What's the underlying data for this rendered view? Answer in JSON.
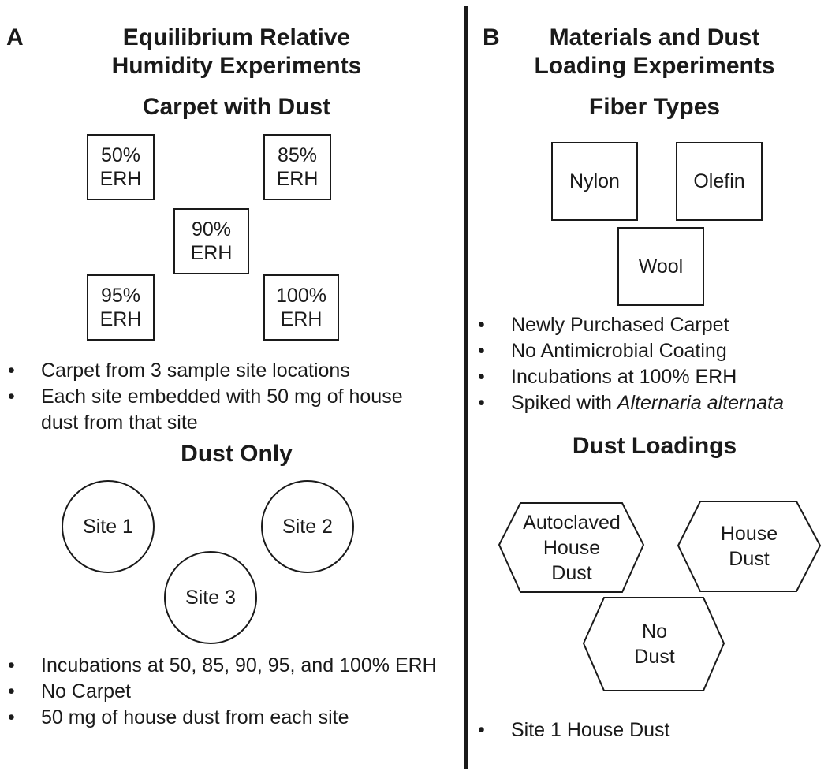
{
  "panel_a": {
    "letter": "A",
    "title_line1": "Equilibrium Relative",
    "title_line2": "Humidity Experiments",
    "carpet_heading": "Carpet with Dust",
    "erh_boxes": [
      "50%\nERH",
      "85%\nERH",
      "90%\nERH",
      "95%\nERH",
      "100%\nERH"
    ],
    "carpet_bullets": [
      "Carpet from 3 sample site locations",
      "Each site embedded with 50 mg of house dust from that site"
    ],
    "dust_heading": "Dust Only",
    "sites": [
      "Site 1",
      "Site 2",
      "Site 3"
    ],
    "dust_bullets": [
      "Incubations at 50, 85, 90, 95, and 100% ERH",
      "No Carpet",
      "50 mg of house dust from each site"
    ]
  },
  "panel_b": {
    "letter": "B",
    "title_line1": "Materials and Dust",
    "title_line2": "Loading Experiments",
    "fiber_heading": "Fiber Types",
    "fibers": [
      "Nylon",
      "Olefin",
      "Wool"
    ],
    "fiber_bullets": [
      "Newly Purchased Carpet",
      "No Antimicrobial Coating",
      "Incubations at 100% ERH"
    ],
    "spiked_prefix": "Spiked with ",
    "spiked_species": "Alternaria alternata",
    "dust_heading": "Dust Loadings",
    "dust_types": [
      "Autoclaved\nHouse\nDust",
      "House\nDust",
      "No\nDust"
    ],
    "dust_bullets": [
      "Site 1 House Dust"
    ]
  },
  "bullet_glyph": "•",
  "colors": {
    "ink": "#1a1a1a",
    "background": "#ffffff"
  }
}
